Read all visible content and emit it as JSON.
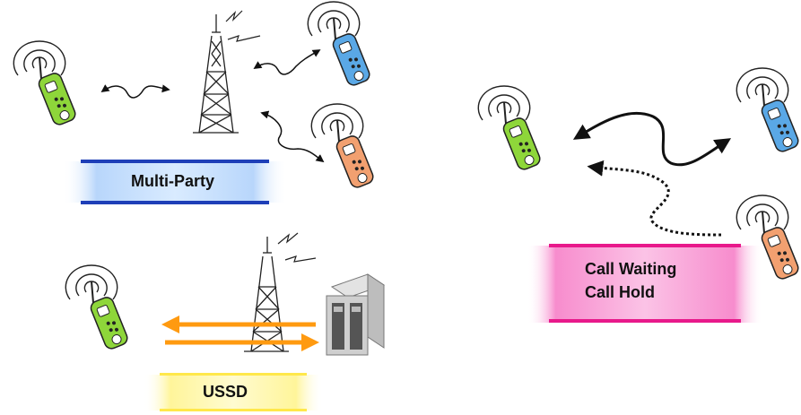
{
  "labels": {
    "multi_party": "Multi-Party",
    "ussd": "USSD",
    "call_waiting": "Call Waiting",
    "call_hold": "Call Hold"
  },
  "colors": {
    "multi_party_band": "#1e3fb8",
    "ussd_band": "#ffe84a",
    "call_band": "#e8198b",
    "ussd_arrows": "#ff9a10",
    "phone_green": "#8ed63a",
    "phone_blue": "#5aa8e6",
    "phone_orange": "#f2a070"
  }
}
